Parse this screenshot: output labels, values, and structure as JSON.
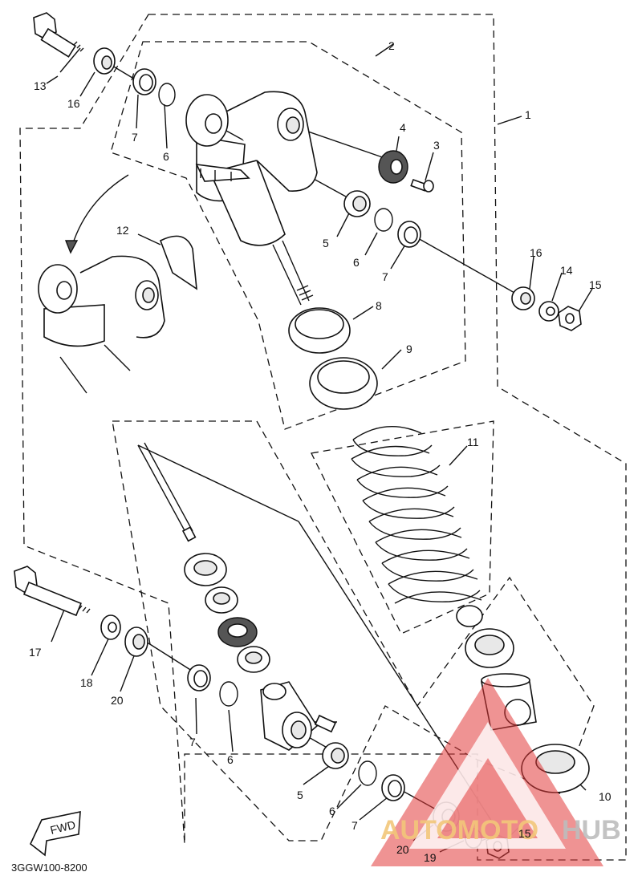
{
  "callouts": {
    "c1": "1",
    "c2": "2",
    "c3": "3",
    "c4": "4",
    "c5a": "5",
    "c5b": "5",
    "c6a": "6",
    "c6b": "6",
    "c6c": "6",
    "c6d": "6",
    "c7a": "7",
    "c7b": "7",
    "c7c": "7",
    "c7d": "7",
    "c8": "8",
    "c9": "9",
    "c10": "10",
    "c11": "11",
    "c12": "12",
    "c13": "13",
    "c14": "14",
    "c15a": "15",
    "c15b": "15",
    "c16a": "16",
    "c16b": "16",
    "c17": "17",
    "c18": "18",
    "c19": "19",
    "c20a": "20",
    "c20b": "20"
  },
  "fwd_label": "FWD",
  "diagram_code": "3GGW100-8200",
  "watermark": {
    "auto": "AUTOMOTO",
    "hub": "HUB",
    "accent": "#e23a3a"
  }
}
